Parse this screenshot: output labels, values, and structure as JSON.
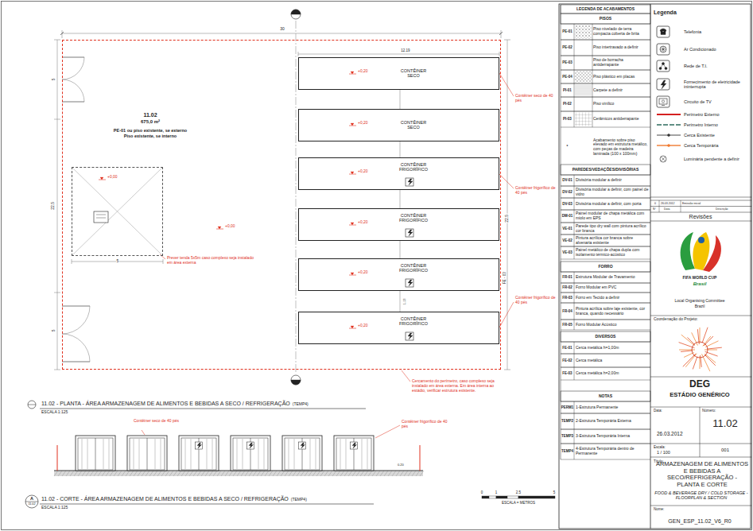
{
  "diagram": {
    "nodes": [
      {
        "text": [
          "11.02",
          "675,0 m²",
          "PE-01 ou piso existente, se externo",
          "Piso existente, se interno"
        ]
      },
      {
        "text": [
          "+0,20",
          "CONTÊINER SECO"
        ],
        "in": 0
      },
      {
        "text": [
          "+0,20",
          "CONTÊINER SECO"
        ],
        "in": 0
      },
      {
        "text": [
          "+0,20",
          "CONTÊINER FRIGORÍFICO"
        ],
        "in": 0
      },
      {
        "text": [
          "+0,20",
          "CONTÊINER FRIGORÍFICO"
        ],
        "in": 0
      },
      {
        "text": [
          "+0,20",
          "CONTÊINER FRIGORÍFICO"
        ],
        "in": 0
      },
      {
        "text": [
          "+0,20",
          "CONTÊINER FRIGORÍFICO"
        ],
        "in": 0
      },
      {
        "text": [
          "+0,00"
        ],
        "in": 0
      }
    ],
    "labels": [
      "30",
      "5",
      "22.5",
      "5",
      "12.19",
      "22.5",
      "FE - 03",
      "1.13",
      "+0,00",
      "5",
      "Contêiner seco de 40 pés",
      "Contêiner frigorífico de 40 pés",
      "Contêiner frigorífico de 40 pés",
      "Prever tenda 5x5m caso complexo seja instalado em área externa",
      "Cercamento do perímetro, caso complexo seja instalado em área externa. Em área interna ao estádio, verificar estrutura existente.",
      "11.02 - PLANTA - ÁREA ARMAZENAGEM DE ALIMENTOS E BEBIDAS A SECO / REFRIGERAÇÃO",
      "(TEMP4)",
      "ESCALA 1:125",
      "Contêiner seco de 40 pés",
      "Contêiner frigorífico de 40 pés",
      "0.20",
      "A",
      "11.02",
      "11.02 - CORTE - ÁREA ARMAZENAGEM DE ALIMENTOS E BEBIDAS A SECO / REFRIGERAÇÃO",
      "(TEMP4)",
      "ESCALA 1:125",
      "0",
      "1",
      "2.5",
      "5",
      "ESCALA = METROS",
      "LEGENDA DE ACABAMENTOS",
      "PISOS",
      "PE-01",
      "Piso nivelado de terra compacta coberta de brita",
      "PE-02",
      "Piso intertravado a definir",
      "PE-03",
      "Piso de borracha antiderrapante",
      "PE-04",
      "Piso plástico em placas",
      "PI-01",
      "Carpete a definir",
      "PI-02",
      "Piso vinílico",
      "PI-03",
      "Cerâmicos antiderrapante",
      "*",
      "Acabamento sobre piso elevado em estrutura metálico, com peças de madeira laminada (100 x 100mm)",
      "PAREDES/VEDAÇÕES/DIVISÓRIAS",
      "DV-01",
      "Divisória modular a definir",
      "DV-02",
      "Divisória modular a definir, com painel de vidro",
      "DV-03",
      "Divisória modular a definir, com porta",
      "DM-01",
      "Painel modular de chapa metálica com miolo em EPS",
      "VE-01",
      "Parede tipo dry wall com pintura acrílico cor branca",
      "VE-02",
      "Pintura acrílica cor branca sobre alvenaria existente",
      "VE-03",
      "Painel metálico de chapa dupla com isolamento térmico-acústico",
      "FORRO",
      "FR-01",
      "Estrutura Modular de Travamento",
      "FR-02",
      "Forro Modular em PVC",
      "FR-03",
      "Forro em Tecido a definir",
      "FR-04",
      "Pintura acrílica sobre laje existente, cor branca, quando necessário",
      "FR-05",
      "Forro Modular Acústico",
      "DIVERSOS",
      "FE-01",
      "Cerca metálica h=1,00m",
      "FE-02",
      "Cerca metálica",
      "FE-03",
      "Cerca metálica h=2,00m",
      "NOTAS",
      "PERM1",
      "1-Estrutura Permanente",
      "TEMP2",
      "2-Estrutura Temporária Externa",
      "TEMP3",
      "3-Estrutura Temporária Interna",
      "TEMP4",
      "4-Estrutura Temporária dentro de Permanente",
      "Legenda",
      "0",
      "26.03.2012",
      "Emissão inicial",
      "N°",
      "Data",
      "Descrição",
      "Revisões",
      "FIFA WORLD CUP",
      "Brasil",
      "Local Organising Committee",
      "Brazil",
      "Coordenação do Projeto:",
      "DEG",
      "ESTÁDIO GENÉRICO",
      "Data:",
      "26.03.2012",
      "Número:",
      "11.02",
      "Escala:",
      "1 / 100",
      "001",
      "Título:",
      "ARMAZENAGEM DE ALIMENTOS E BEBIDAS A SECO/REFRIGERAÇÃO - PLANTA E CORTE",
      "FOOD & BEVERAGE DRY / COLD STORAGE - FLOORPLAN & SECTION",
      "Nome:",
      "GEN_ESP_11.02_V6_R0"
    ],
    "legend": [
      {
        "text": "Telefonia"
      },
      {
        "text": "Ar Condicionado"
      },
      {
        "text": "Rede de T.I."
      },
      {
        "text": "Fornecimento de eletricidade ininterrupta"
      },
      {
        "text": "Circuito de TV"
      },
      {
        "text": "Perímetro Externo"
      },
      {
        "text": "Perímetro Interno"
      },
      {
        "text": "Cerca Existente"
      },
      {
        "text": "Cerca Temporária"
      },
      {
        "text": "Luminária pendente a definir"
      }
    ]
  }
}
